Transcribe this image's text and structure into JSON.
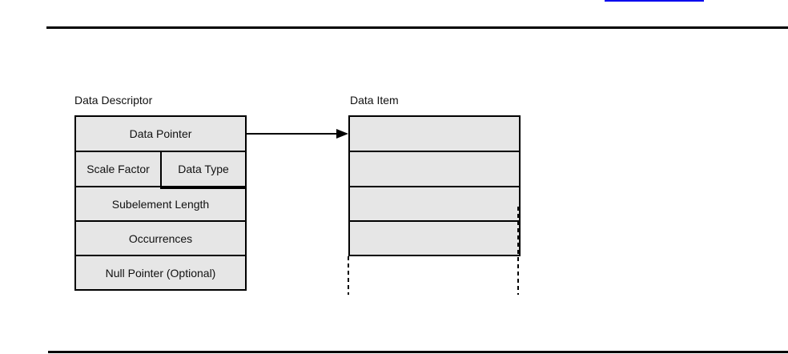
{
  "diagram": {
    "descriptor": {
      "label": "Data Descriptor",
      "rows": {
        "data_pointer": "Data Pointer",
        "scale_factor": "Scale Factor",
        "data_type": "Data Type",
        "subelement_length": "Subelement Length",
        "occurrences": "Occurrences",
        "null_pointer": "Null Pointer (Optional)"
      }
    },
    "data_item": {
      "label": "Data Item",
      "empty_row_count": 4
    },
    "colors": {
      "cell_fill": "#e6e6e6",
      "line": "#000000",
      "link_blue": "#0000ee",
      "text": "#111111"
    }
  }
}
